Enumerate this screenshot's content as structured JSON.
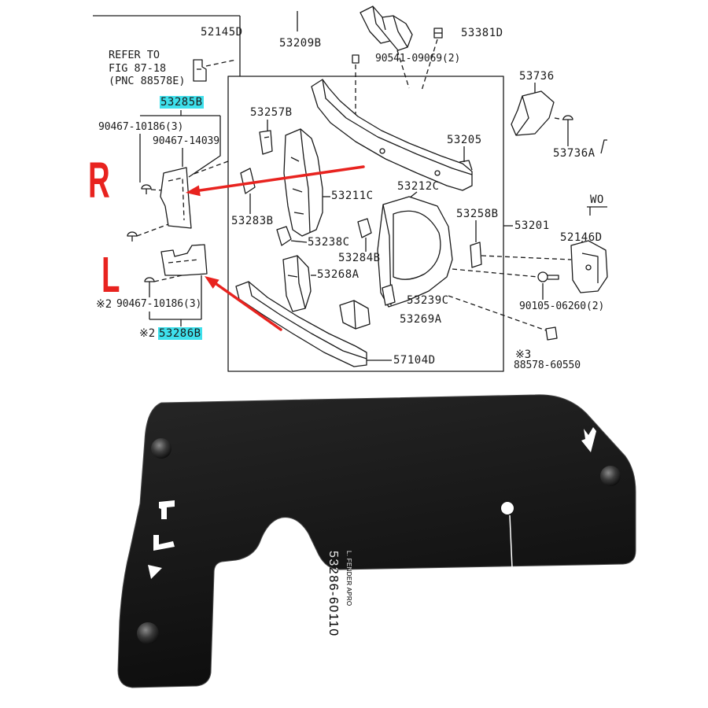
{
  "diagram": {
    "callouts": [
      "52145D",
      "53209B",
      "53381D",
      "90541-09069(2)",
      "53736",
      "53257B",
      "90467-10186(3)",
      "90467-14039",
      "53205",
      "53736A",
      "53212C",
      "53211C",
      "53258B",
      "53201",
      "53283B",
      "52146D",
      "53238C",
      "53284B",
      "53268A",
      "90105-06260(2)",
      "53239C",
      "90467-10186(3)",
      "53269A",
      "88578-60550",
      "57104D",
      "WO"
    ],
    "refer": [
      "REFER TO",
      "FIG 87-18",
      "(PNC 88578E)"
    ],
    "highlighted": [
      "53285B",
      "53286B"
    ],
    "note_marks": [
      "※2",
      "※2",
      "※3"
    ],
    "side_labels": {
      "right": "R",
      "left": "L"
    }
  },
  "photo": {
    "part_number": "53286-60110",
    "part_name": "L. FENDER APRO"
  },
  "colors": {
    "highlight": "#3ee0ec",
    "arrow": "#e8231f",
    "ink": "#1a1a1a",
    "panel_top": "#262626",
    "panel_bottom": "#0d0d0d"
  }
}
